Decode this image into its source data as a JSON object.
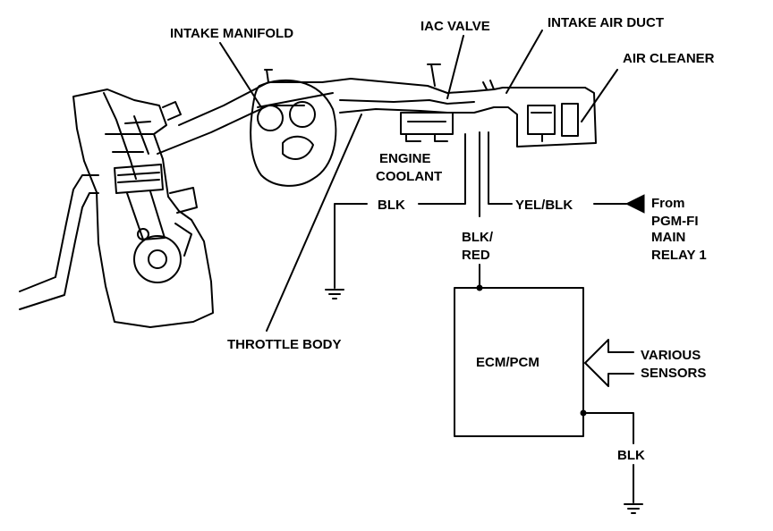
{
  "labels": {
    "intake_manifold": "INTAKE MANIFOLD",
    "iac_valve": "IAC VALVE",
    "intake_air_duct": "INTAKE AIR DUCT",
    "air_cleaner": "AIR CLEANER",
    "engine_coolant_1": "ENGINE",
    "engine_coolant_2": "COOLANT",
    "blk_left": "BLK",
    "yel_blk": "YEL/BLK",
    "from_1": "From",
    "from_2": "PGM-FI",
    "from_3": "MAIN",
    "from_4": "RELAY 1",
    "blk_red_1": "BLK/",
    "blk_red_2": "RED",
    "throttle_body": "THROTTLE BODY",
    "ecm_pcm": "ECM/PCM",
    "various_1": "VARIOUS",
    "various_2": "SENSORS",
    "blk_bottom": "BLK"
  },
  "colors": {
    "ink": "#000000",
    "paper": "#ffffff"
  }
}
